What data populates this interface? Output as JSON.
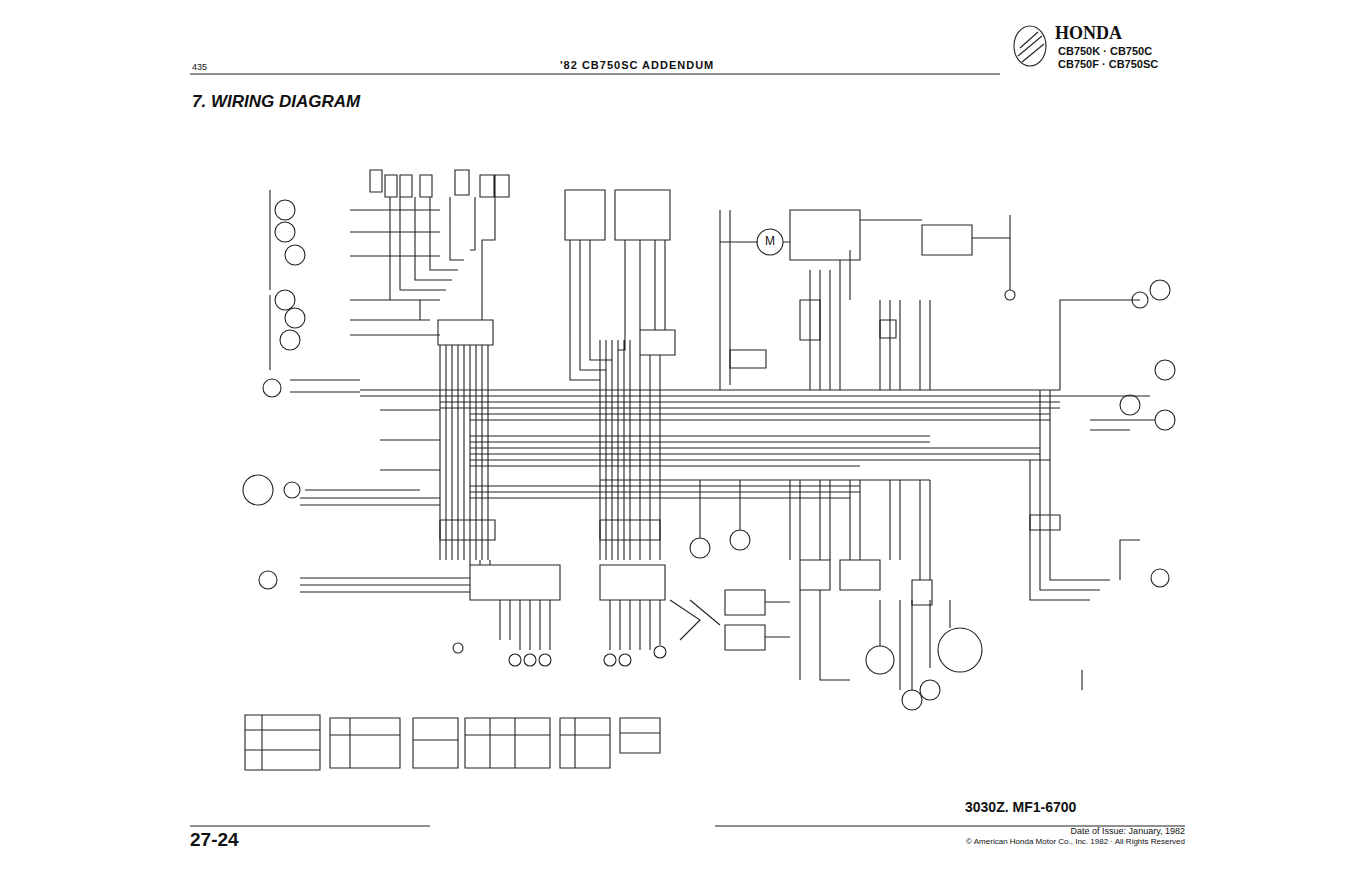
{
  "diagram": {
    "title": "7. WIRING DIAGRAM",
    "labels": [
      "435",
      "'82 CB750SC ADDENDUM",
      "HONDA",
      "CB750K · CB750C",
      "CB750F · CB750SC",
      "3030Z. MF1-6700",
      "Date of Issue: January, 1982",
      "© American Honda Motor Co., Inc. 1982 · All Rights Reserved",
      "27-24",
      "M"
    ]
  }
}
